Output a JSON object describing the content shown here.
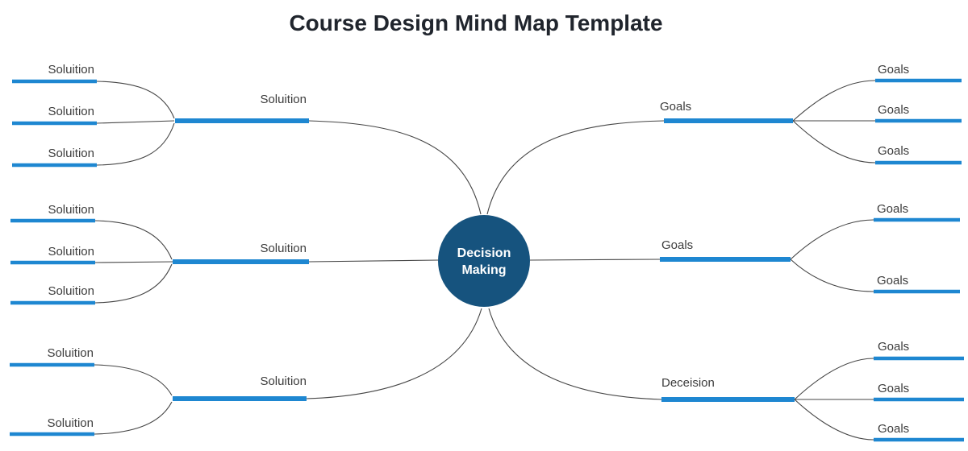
{
  "title": "Course Design Mind Map Template",
  "colors": {
    "bar": "#1E87D1",
    "connector": "#454545",
    "label": "#3C3C3C",
    "title": "#20252D",
    "center_fill": "#16537E",
    "center_text": "#FFFFFF"
  },
  "center": {
    "label": "Decision Making",
    "line1": "Decision",
    "line2": "Making"
  },
  "left_branches": [
    {
      "label": "Soluition",
      "children": [
        {
          "label": "Soluition"
        },
        {
          "label": "Soluition"
        },
        {
          "label": "Soluition"
        }
      ]
    },
    {
      "label": "Soluition",
      "children": [
        {
          "label": "Soluition"
        },
        {
          "label": "Soluition"
        },
        {
          "label": "Soluition"
        }
      ]
    },
    {
      "label": "Soluition",
      "children": [
        {
          "label": "Soluition"
        },
        {
          "label": "Soluition"
        }
      ]
    }
  ],
  "right_branches": [
    {
      "label": "Goals",
      "children": [
        {
          "label": "Goals"
        },
        {
          "label": "Goals"
        },
        {
          "label": "Goals"
        }
      ]
    },
    {
      "label": "Goals",
      "children": [
        {
          "label": "Goals"
        },
        {
          "label": "Goals"
        }
      ]
    },
    {
      "label": "Deceision",
      "children": [
        {
          "label": "Goals"
        },
        {
          "label": "Goals"
        },
        {
          "label": "Goals"
        }
      ]
    }
  ]
}
